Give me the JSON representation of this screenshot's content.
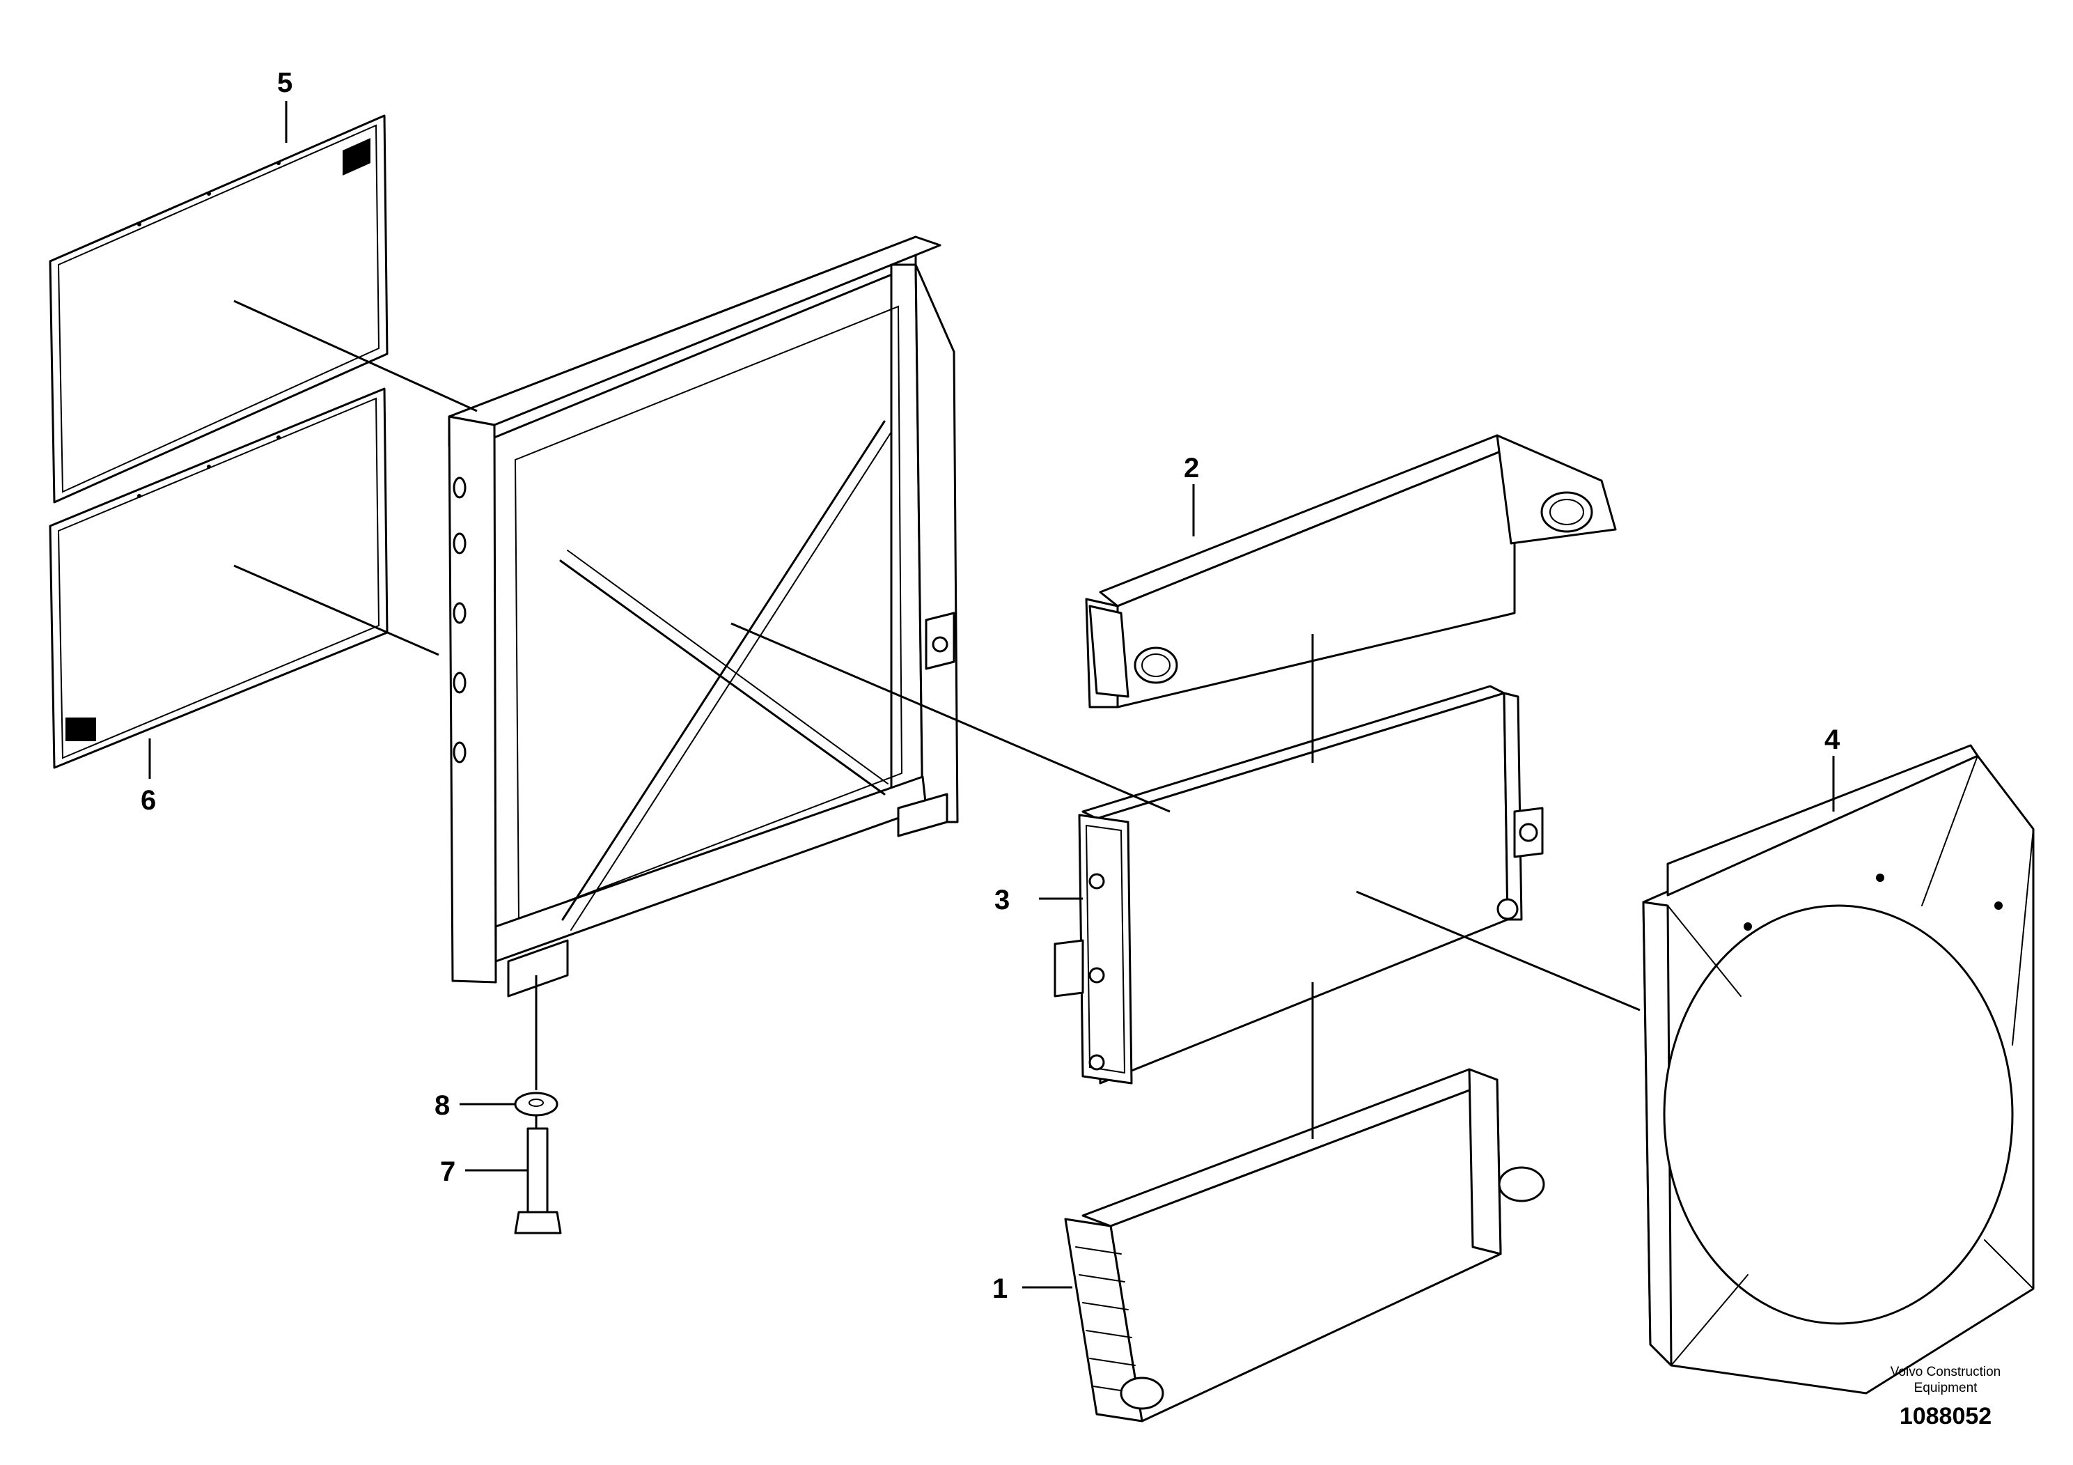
{
  "callouts": [
    {
      "id": "1",
      "label": "1"
    },
    {
      "id": "2",
      "label": "2"
    },
    {
      "id": "3",
      "label": "3"
    },
    {
      "id": "4",
      "label": "4"
    },
    {
      "id": "5",
      "label": "5"
    },
    {
      "id": "6",
      "label": "6"
    },
    {
      "id": "7",
      "label": "7"
    },
    {
      "id": "8",
      "label": "8"
    }
  ],
  "footer": {
    "brand_line1": "Volvo Construction",
    "brand_line2": "Equipment",
    "doc_number": "1088052"
  },
  "colors": {
    "line": "#000000",
    "background": "#ffffff"
  }
}
